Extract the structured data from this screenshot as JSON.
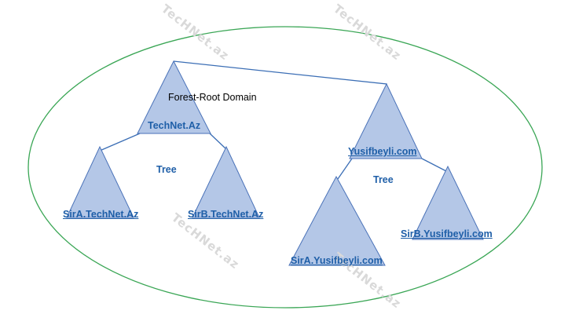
{
  "colors": {
    "ellipse_stroke": "#3aa655",
    "triangle_fill": "#b4c7e7",
    "triangle_stroke": "#4a72b8",
    "connector": "#3b6eb5",
    "label_blue": "#1f5fa8",
    "watermark": "#d9d9d9"
  },
  "forest": {
    "root_caption": "Forest-Root Domain",
    "domains": {
      "root_a": "TechNet.Az",
      "child_a1": "SirA.TechNet.Az",
      "child_a2": "SirB.TechNet.Az",
      "root_b": "Yusifbeyli.com",
      "child_b1": "SirA.Yusifbeyli.com",
      "child_b2": "SirB.Yusifbeyli.com"
    },
    "tree_labels": {
      "left": "Tree",
      "right": "Tree"
    }
  },
  "watermark_text": "TecHNet.az"
}
